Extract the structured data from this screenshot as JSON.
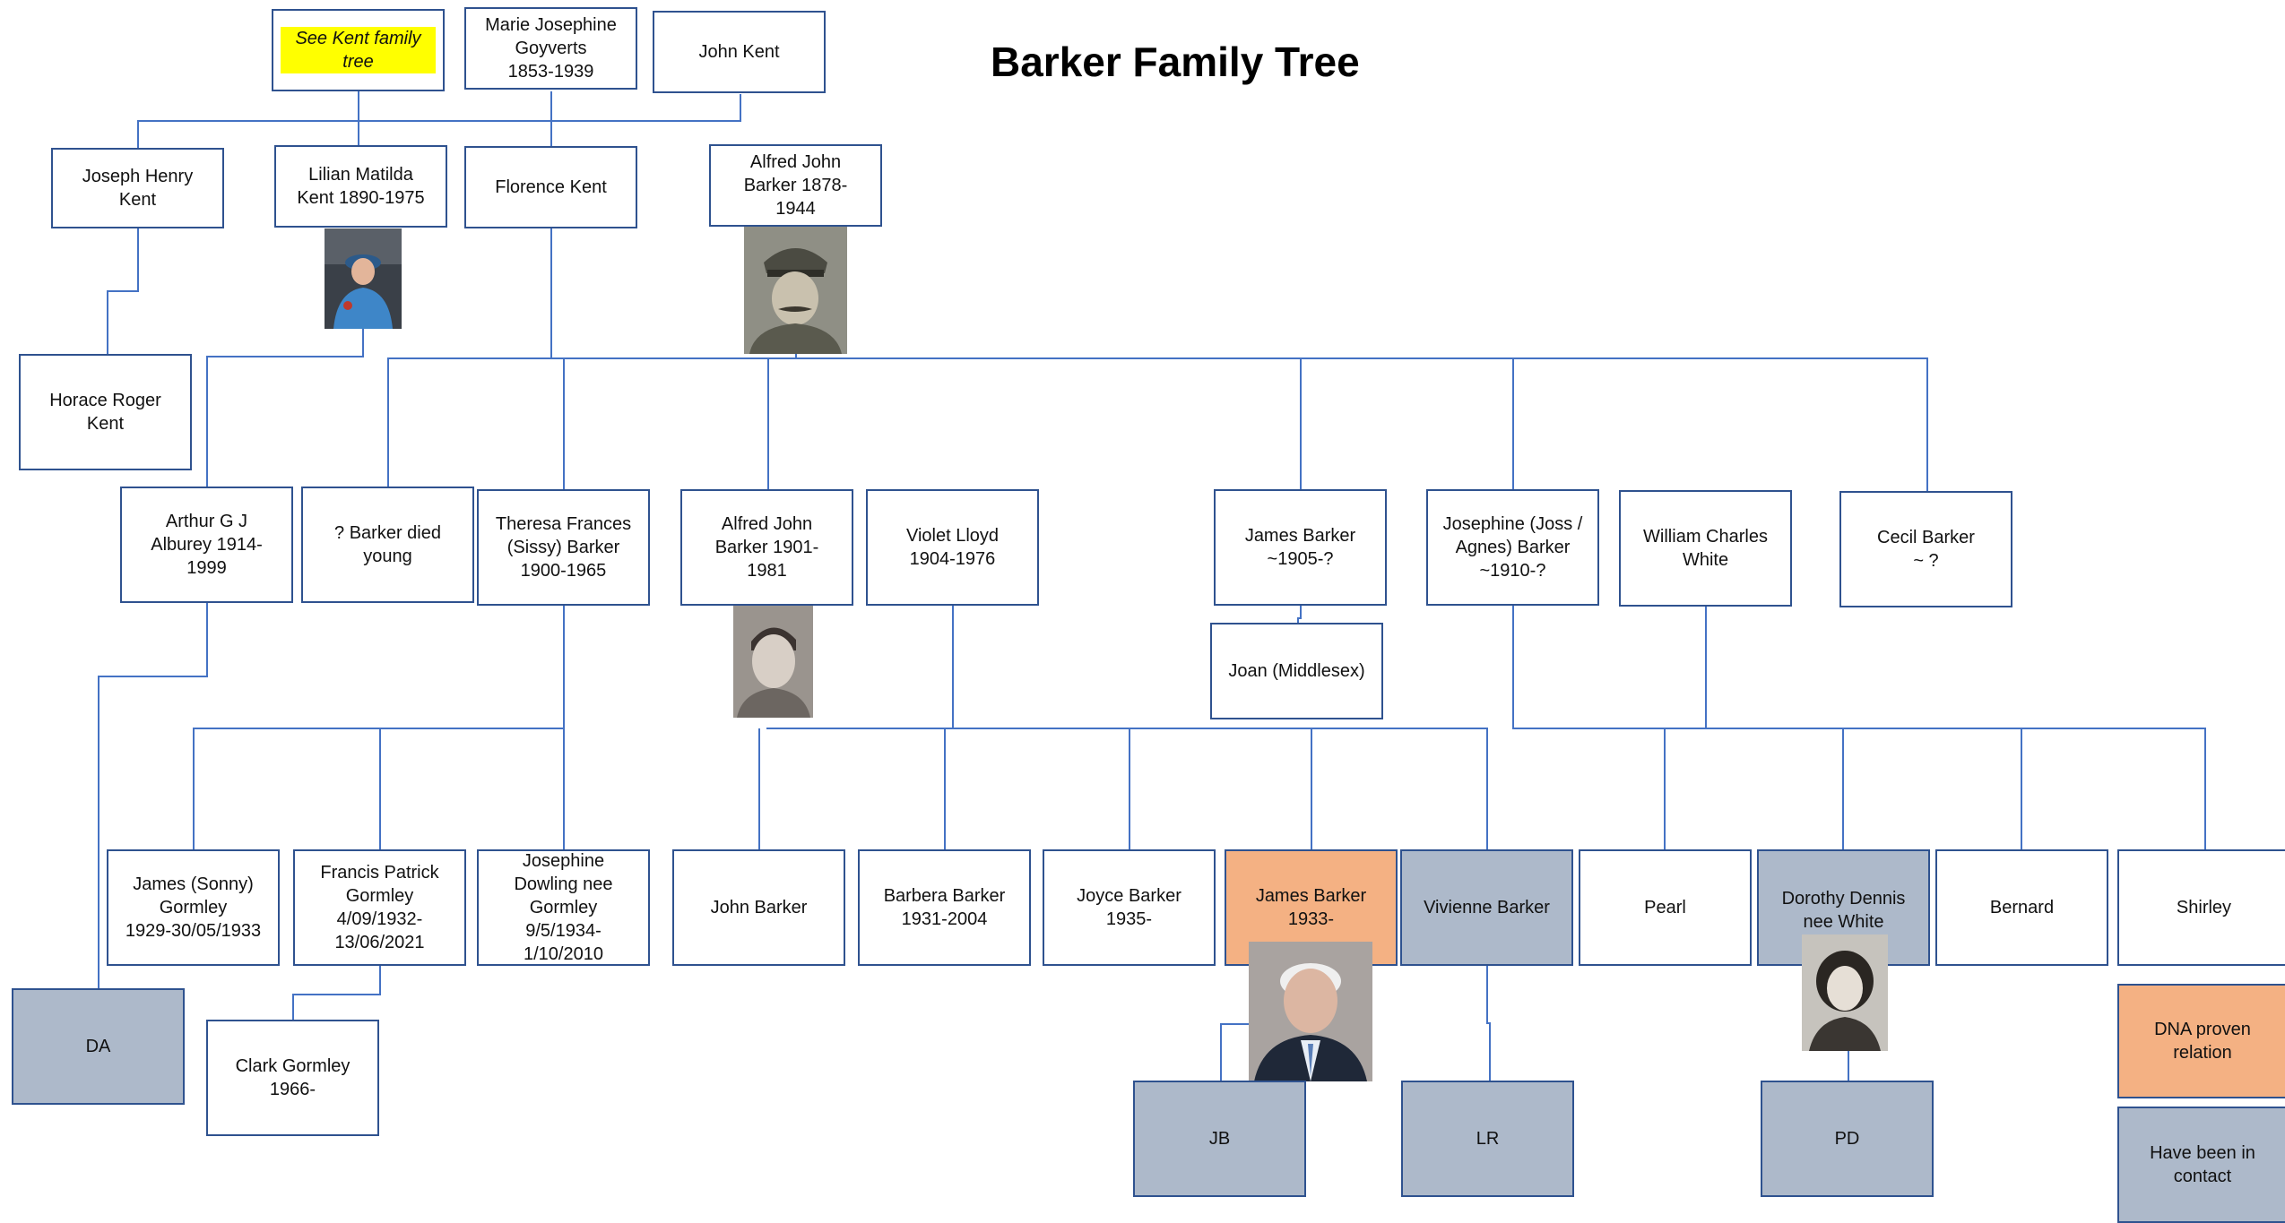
{
  "title": "Barker Family Tree",
  "colors": {
    "line": "#4472c4",
    "border": "#2f528f",
    "contact": "#adb9ca",
    "dna": "#f4b183",
    "highlight": "#ffff00"
  },
  "people": {
    "see_kent": "See Kent family tree",
    "marie": "Marie Josephine Goyverts\n1853-1939",
    "john_kent": "John Kent",
    "joseph_henry": "Joseph Henry\nKent",
    "lilian": "Lilian Matilda\nKent 1890-1975",
    "florence": "Florence Kent",
    "alfred_sr": "Alfred John\nBarker 1878-\n1944",
    "horace": "Horace Roger\nKent",
    "arthur": "Arthur G J\nAlburey 1914-\n1999",
    "barker_died": "? Barker died\nyoung",
    "theresa": "Theresa Frances\n(Sissy) Barker\n1900-1965",
    "alfred_jr": "Alfred John\nBarker 1901-\n1981",
    "violet": "Violet Lloyd\n1904-1976",
    "james_1905": "James Barker\n~1905-?",
    "joan": "Joan (Middlesex)",
    "josephine_joss": "Josephine (Joss /\nAgnes) Barker\n~1910-?",
    "william": "William Charles\nWhite",
    "cecil": "Cecil Barker\n~ ?",
    "james_sonny": "James (Sonny)\nGormley\n1929-30/05/1933",
    "francis": "Francis Patrick\nGormley\n4/09/1932-\n13/06/2021",
    "josephine_dowling": "Josephine\nDowling nee\nGormley\n9/5/1934-\n1/10/2010",
    "john_barker": "John Barker",
    "barbera": "Barbera Barker\n1931-2004",
    "joyce": "Joyce Barker\n1935-",
    "james_1933": "James Barker\n1933-",
    "vivienne": "Vivienne Barker",
    "pearl": "Pearl",
    "dorothy": "Dorothy Dennis\nnee White",
    "bernard": "Bernard",
    "shirley": "Shirley",
    "da": "DA",
    "clark": "Clark Gormley\n1966-",
    "jb": "JB",
    "lr": "LR",
    "pd": "PD"
  },
  "legend": {
    "dna": "DNA proven\nrelation",
    "contact": "Have been in\ncontact"
  },
  "photos": {
    "lilian": "portrait-photo",
    "alfred_sr": "portrait-photo",
    "alfred_jr": "portrait-photo",
    "james_1933": "portrait-photo",
    "dorothy": "portrait-photo"
  }
}
